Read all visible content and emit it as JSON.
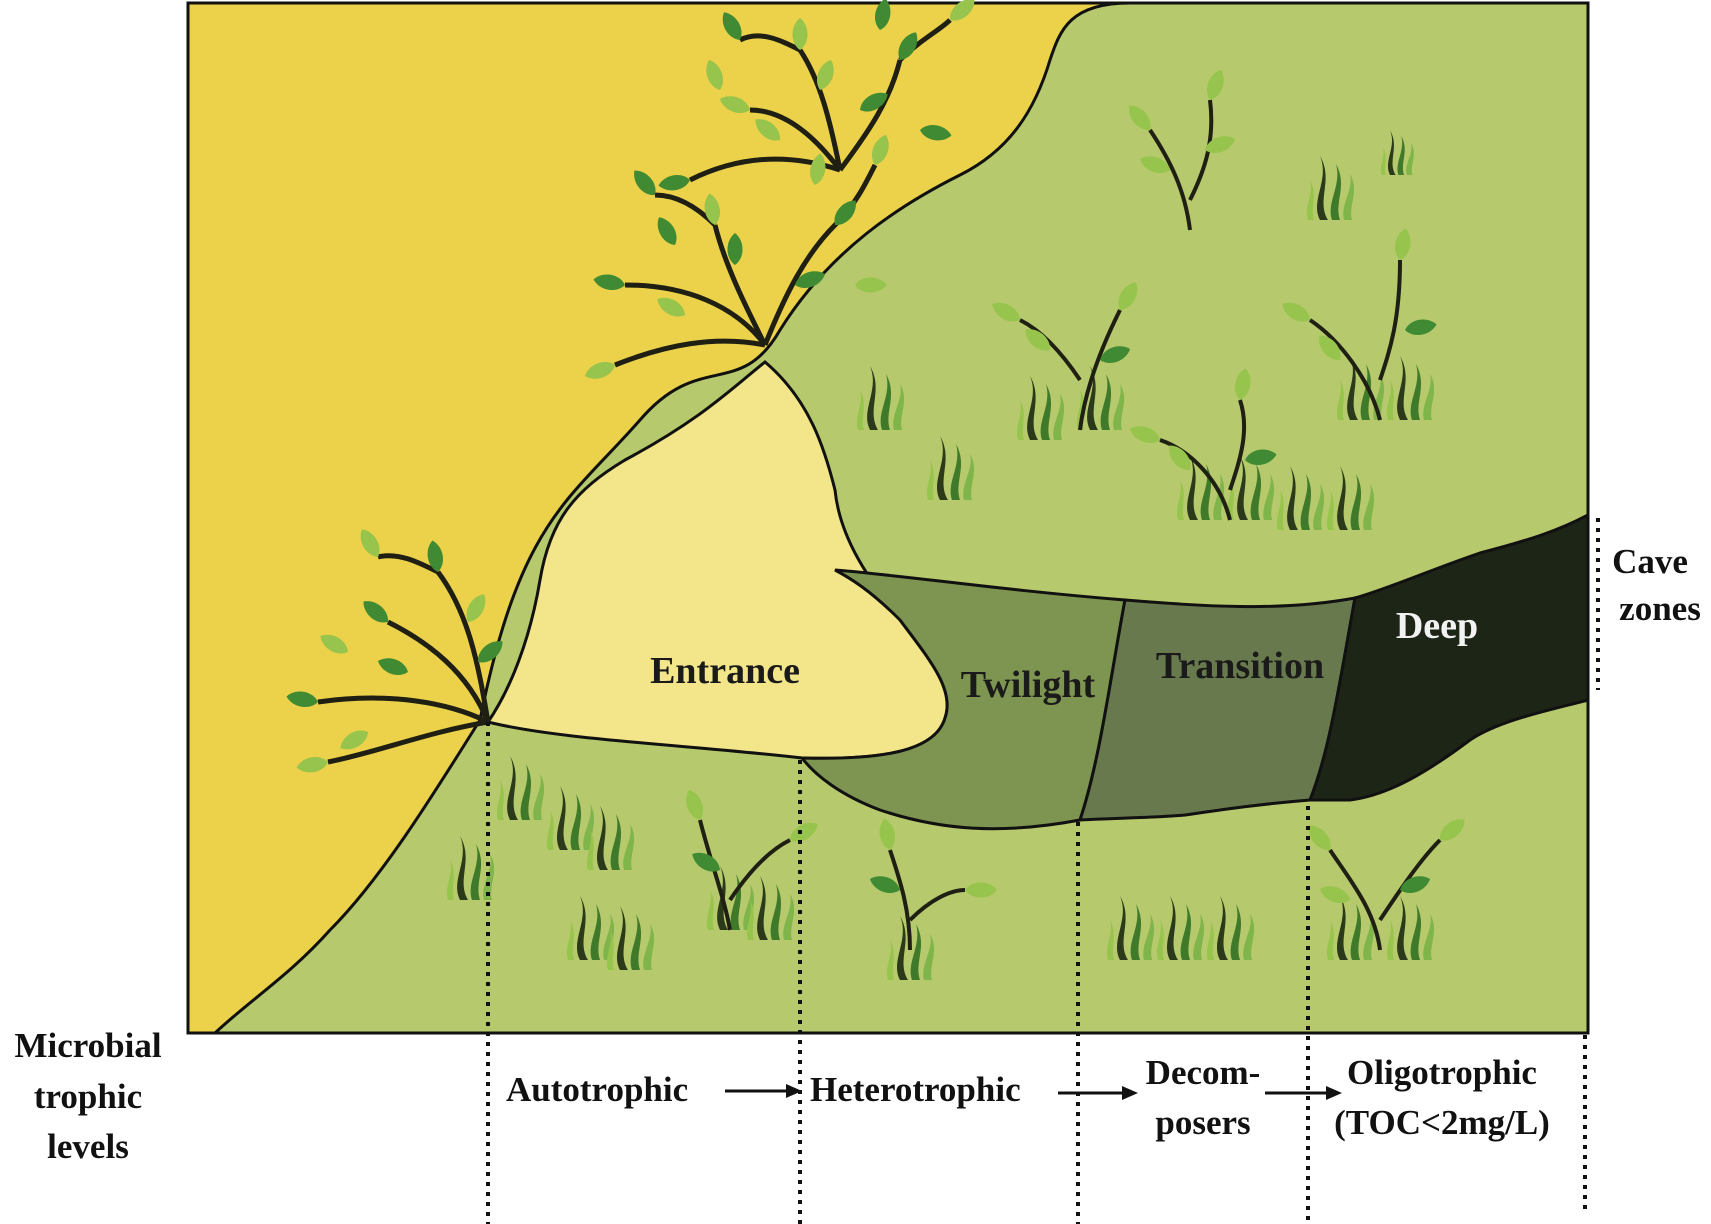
{
  "cave_zones": {
    "label_line1": "Cave",
    "label_line2": "zones",
    "zones": [
      {
        "name": "Entrance",
        "color": "#f3e58a",
        "text_color": "#1a1a1a"
      },
      {
        "name": "Twilight",
        "color": "#7d9550",
        "text_color": "#1a1a1a"
      },
      {
        "name": "Transition",
        "color": "#687a4d",
        "text_color": "#1a1a1a"
      },
      {
        "name": "Deep",
        "color": "#1d2616",
        "text_color": "#f2f2f2"
      }
    ]
  },
  "trophic_levels": {
    "label_line1": "Microbial",
    "label_line2": "trophic",
    "label_line3": "levels",
    "levels": [
      {
        "line1": "Autotrophic",
        "line2": ""
      },
      {
        "line1": "Heterotrophic",
        "line2": ""
      },
      {
        "line1": "Decom-",
        "line2": "posers"
      },
      {
        "line1": "Oligotrophic",
        "line2": "(TOC<2mg/L)"
      }
    ]
  },
  "colors": {
    "surface": "#ecd24a",
    "rock": "#b6c96c",
    "leaf_dark": "#3f8a32",
    "leaf_light": "#96c44c",
    "branch": "#1f1f14"
  }
}
